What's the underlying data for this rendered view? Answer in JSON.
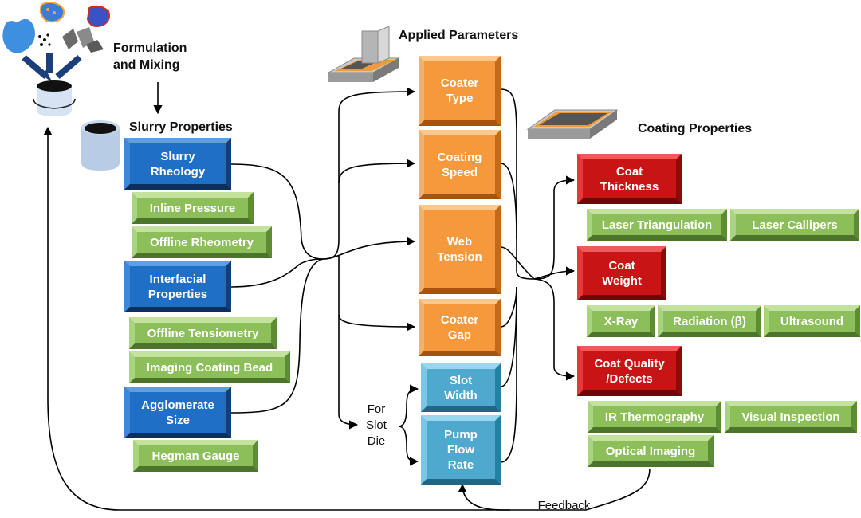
{
  "headings": {
    "formulation": "Formulation\nand Mixing",
    "slurry": "Slurry Properties",
    "applied": "Applied Parameters",
    "coating": "Coating Properties"
  },
  "slurry_properties": [
    {
      "label": "Slurry\nRheology",
      "methods": [
        "Inline Pressure",
        "Offline Rheometry"
      ]
    },
    {
      "label": "Interfacial\nProperties",
      "methods": [
        "Offline Tensiometry",
        "Imaging Coating Bead"
      ]
    },
    {
      "label": "Agglomerate\nSize",
      "methods": [
        "Hegman Gauge"
      ]
    }
  ],
  "applied_parameters": [
    "Coater\nType",
    "Coating\nSpeed",
    "Web\nTension",
    "Coater\nGap"
  ],
  "slot_die_parameters": [
    "Slot\nWidth",
    "Pump\nFlow\nRate"
  ],
  "slot_die_note": "For\nSlot\nDie",
  "coating_properties": [
    {
      "label": "Coat\nThickness",
      "methods": [
        "Laser Triangulation",
        "Laser Callipers"
      ]
    },
    {
      "label": "Coat\nWeight",
      "methods": [
        "X-Ray",
        "Radiation (β)",
        "Ultrasound"
      ]
    },
    {
      "label": "Coat Quality\n/Defects",
      "methods": [
        "IR Thermography",
        "Visual Inspection",
        "Optical Imaging"
      ]
    }
  ],
  "feedback_label": "Feedback",
  "colors": {
    "slurry_box": "#1f6fc7",
    "method_box": "#8cbe5a",
    "parameter_box": "#f6993c",
    "slot_die_box": "#4fa9cf",
    "coating_box": "#c81414"
  },
  "icons": [
    "powder-ingredients-icon",
    "mixing-beaker-icon",
    "slurry-container-icon",
    "slot-die-coater-icon",
    "coated-foil-icon"
  ]
}
